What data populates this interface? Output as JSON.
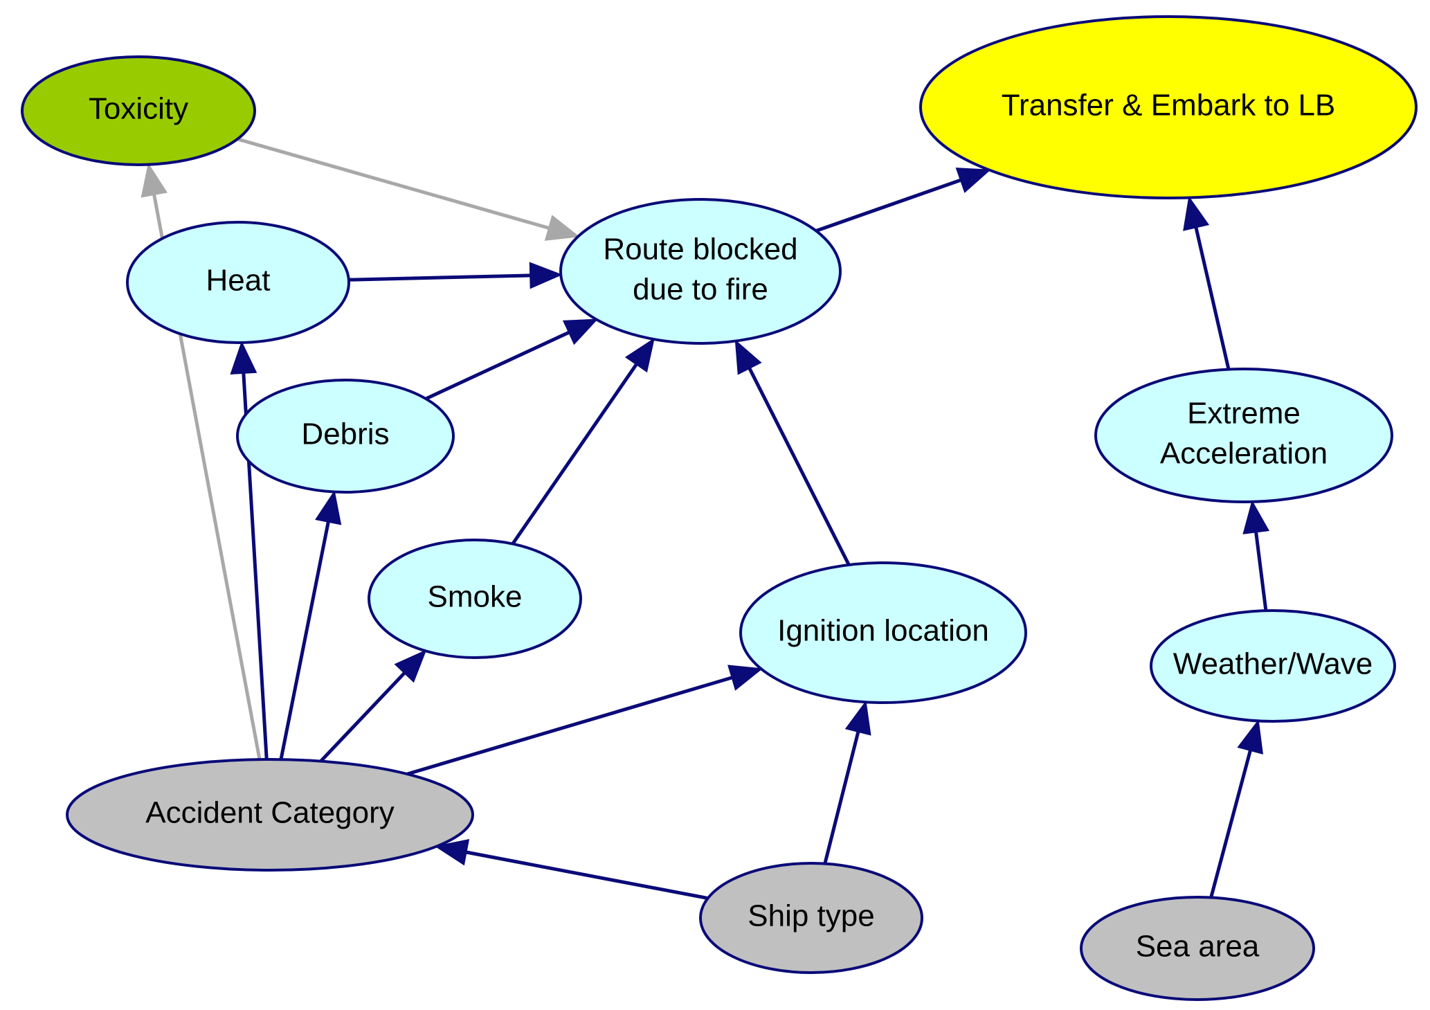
{
  "colors": {
    "stroke": "#0a0a78",
    "edge_primary": "#0a0a78",
    "edge_secondary": "#a8a8a8",
    "fill_default": "#ccffff",
    "fill_observed": "#c0c0c0",
    "fill_toxicity": "#99cc00",
    "fill_target": "#ffff00"
  },
  "nodes": {
    "toxicity": {
      "lines": [
        "Toxicity"
      ],
      "fill": "toxicity"
    },
    "transfer": {
      "lines": [
        "Transfer & Embark to LB"
      ],
      "fill": "target"
    },
    "route": {
      "lines": [
        "Route blocked",
        "due to fire"
      ],
      "fill": "default"
    },
    "heat": {
      "lines": [
        "Heat"
      ],
      "fill": "default"
    },
    "debris": {
      "lines": [
        "Debris"
      ],
      "fill": "default"
    },
    "smoke": {
      "lines": [
        "Smoke"
      ],
      "fill": "default"
    },
    "ignition": {
      "lines": [
        "Ignition location"
      ],
      "fill": "default"
    },
    "extreme": {
      "lines": [
        "Extreme",
        "Acceleration"
      ],
      "fill": "default"
    },
    "weather": {
      "lines": [
        "Weather/Wave"
      ],
      "fill": "default"
    },
    "accident": {
      "lines": [
        "Accident Category"
      ],
      "fill": "observed"
    },
    "ship": {
      "lines": [
        "Ship type"
      ],
      "fill": "observed"
    },
    "sea": {
      "lines": [
        "Sea area"
      ],
      "fill": "observed"
    }
  },
  "edges": [
    {
      "from": "toxicity",
      "to": "route",
      "style": "secondary"
    },
    {
      "from": "accident",
      "to": "toxicity",
      "style": "secondary"
    },
    {
      "from": "heat",
      "to": "route",
      "style": "primary"
    },
    {
      "from": "debris",
      "to": "route",
      "style": "primary"
    },
    {
      "from": "smoke",
      "to": "route",
      "style": "primary"
    },
    {
      "from": "ignition",
      "to": "route",
      "style": "primary"
    },
    {
      "from": "route",
      "to": "transfer",
      "style": "primary"
    },
    {
      "from": "extreme",
      "to": "transfer",
      "style": "primary"
    },
    {
      "from": "weather",
      "to": "extreme",
      "style": "primary"
    },
    {
      "from": "sea",
      "to": "weather",
      "style": "primary"
    },
    {
      "from": "accident",
      "to": "heat",
      "style": "primary"
    },
    {
      "from": "accident",
      "to": "debris",
      "style": "primary"
    },
    {
      "from": "accident",
      "to": "smoke",
      "style": "primary"
    },
    {
      "from": "accident",
      "to": "ignition",
      "style": "primary"
    },
    {
      "from": "ship",
      "to": "accident",
      "style": "primary"
    },
    {
      "from": "ship",
      "to": "ignition",
      "style": "primary"
    }
  ]
}
